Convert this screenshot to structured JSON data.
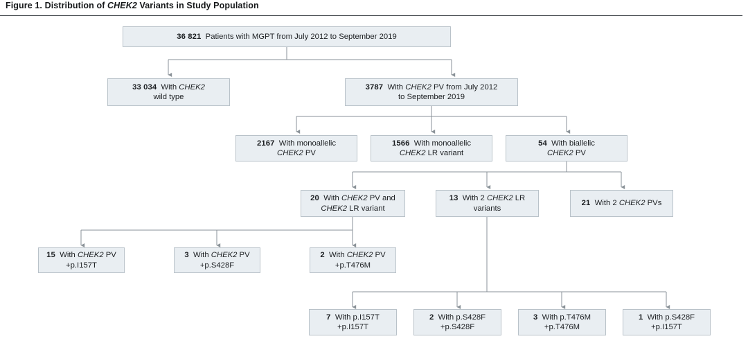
{
  "figure": {
    "title_prefix": "Figure 1. Distribution of ",
    "title_gene": "CHEK2",
    "title_suffix": " Variants in Study Population"
  },
  "colors": {
    "box_fill": "#e9eef2",
    "box_border": "#b9c2c9",
    "connector": "#8a9298",
    "rule": "#4a4f54",
    "text": "#1b1e21",
    "background": "#ffffff"
  },
  "chart_data": {
    "type": "diagram",
    "diagram_kind": "flowchart",
    "title": "Figure 1. Distribution of CHEK2 Variants in Study Population",
    "nodes": [
      {
        "id": "n1",
        "row": 1,
        "count": "36 821",
        "line1": "Patients with MGPT from July 2012 to September 2019",
        "line2": "",
        "gene_in_line1": false,
        "gene_in_line2": false
      },
      {
        "id": "n2",
        "row": 2,
        "count": "33 034",
        "line1": "With CHEK2",
        "line2": "wild type",
        "gene_in_line1": true,
        "gene_in_line2": false
      },
      {
        "id": "n3",
        "row": 2,
        "count": "3787",
        "line1": "With CHEK2 PV from July 2012",
        "line2": "to September 2019",
        "gene_in_line1": true,
        "gene_in_line2": false
      },
      {
        "id": "n4",
        "row": 3,
        "count": "2167",
        "line1": "With monoallelic",
        "line2": "CHEK2 PV",
        "gene_in_line1": false,
        "gene_in_line2": true
      },
      {
        "id": "n5",
        "row": 3,
        "count": "1566",
        "line1": "With monoallelic",
        "line2": "CHEK2 LR variant",
        "gene_in_line1": false,
        "gene_in_line2": true
      },
      {
        "id": "n6",
        "row": 3,
        "count": "54",
        "line1": "With biallelic",
        "line2": "CHEK2 PV",
        "gene_in_line1": false,
        "gene_in_line2": true
      },
      {
        "id": "n7",
        "row": 4,
        "count": "20",
        "line1": "With CHEK2 PV and",
        "line2": "CHEK2 LR variant",
        "gene_in_line1": true,
        "gene_in_line2": true
      },
      {
        "id": "n8",
        "row": 4,
        "count": "13",
        "line1": "With 2 CHEK2 LR",
        "line2": "variants",
        "gene_in_line1": true,
        "gene_in_line2": false
      },
      {
        "id": "n9",
        "row": 4,
        "count": "21",
        "line1": "With 2 CHEK2 PVs",
        "line2": "",
        "gene_in_line1": true,
        "gene_in_line2": false
      },
      {
        "id": "n10",
        "row": 5,
        "count": "15",
        "line1": "With CHEK2 PV",
        "line2": "+p.I157T",
        "gene_in_line1": true,
        "gene_in_line2": false
      },
      {
        "id": "n11",
        "row": 5,
        "count": "3",
        "line1": "With CHEK2 PV",
        "line2": "+p.S428F",
        "gene_in_line1": true,
        "gene_in_line2": false
      },
      {
        "id": "n12",
        "row": 5,
        "count": "2",
        "line1": "With CHEK2 PV",
        "line2": "+p.T476M",
        "gene_in_line1": true,
        "gene_in_line2": false
      },
      {
        "id": "n13",
        "row": 6,
        "count": "7",
        "line1": "With p.I157T",
        "line2": "+p.I157T",
        "gene_in_line1": false,
        "gene_in_line2": false
      },
      {
        "id": "n14",
        "row": 6,
        "count": "2",
        "line1": "With p.S428F",
        "line2": "+p.S428F",
        "gene_in_line1": false,
        "gene_in_line2": false
      },
      {
        "id": "n15",
        "row": 6,
        "count": "3",
        "line1": "With p.T476M",
        "line2": "+p.T476M",
        "gene_in_line1": false,
        "gene_in_line2": false
      },
      {
        "id": "n16",
        "row": 6,
        "count": "1",
        "line1": "With p.S428F",
        "line2": "+p.I157T",
        "gene_in_line1": false,
        "gene_in_line2": false
      }
    ],
    "edges": [
      {
        "from": "n1",
        "to": "n2"
      },
      {
        "from": "n1",
        "to": "n3"
      },
      {
        "from": "n3",
        "to": "n4"
      },
      {
        "from": "n3",
        "to": "n5"
      },
      {
        "from": "n3",
        "to": "n6"
      },
      {
        "from": "n6",
        "to": "n7"
      },
      {
        "from": "n6",
        "to": "n8"
      },
      {
        "from": "n6",
        "to": "n9"
      },
      {
        "from": "n7",
        "to": "n10"
      },
      {
        "from": "n7",
        "to": "n11"
      },
      {
        "from": "n7",
        "to": "n12"
      },
      {
        "from": "n8",
        "to": "n13"
      },
      {
        "from": "n8",
        "to": "n14"
      },
      {
        "from": "n8",
        "to": "n15"
      },
      {
        "from": "n8",
        "to": "n16"
      }
    ]
  }
}
